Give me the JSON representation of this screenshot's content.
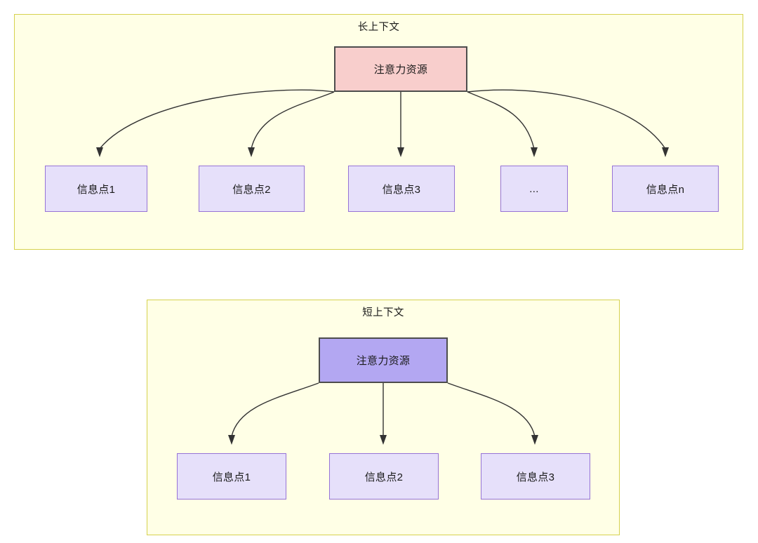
{
  "diagram": {
    "panels": [
      {
        "id": "long-context",
        "title": "长上下文",
        "root": {
          "label": "注意力资源",
          "fill": "#f8cecc",
          "stroke": "#4d4d4d"
        },
        "leaves": [
          {
            "label": "信息点1"
          },
          {
            "label": "信息点2"
          },
          {
            "label": "信息点3"
          },
          {
            "label": "..."
          },
          {
            "label": "信息点n"
          }
        ]
      },
      {
        "id": "short-context",
        "title": "短上下文",
        "root": {
          "label": "注意力资源",
          "fill": "#b3a7f2",
          "stroke": "#4d4d4d"
        },
        "leaves": [
          {
            "label": "信息点1"
          },
          {
            "label": "信息点2"
          },
          {
            "label": "信息点3"
          }
        ]
      }
    ],
    "colors": {
      "panel_fill": "#ffffe6",
      "panel_border": "#d6d14e",
      "leaf_fill": "#e6e0fa",
      "leaf_border": "#9673d6",
      "edge": "#333333",
      "text": "#1a1a1a"
    }
  }
}
